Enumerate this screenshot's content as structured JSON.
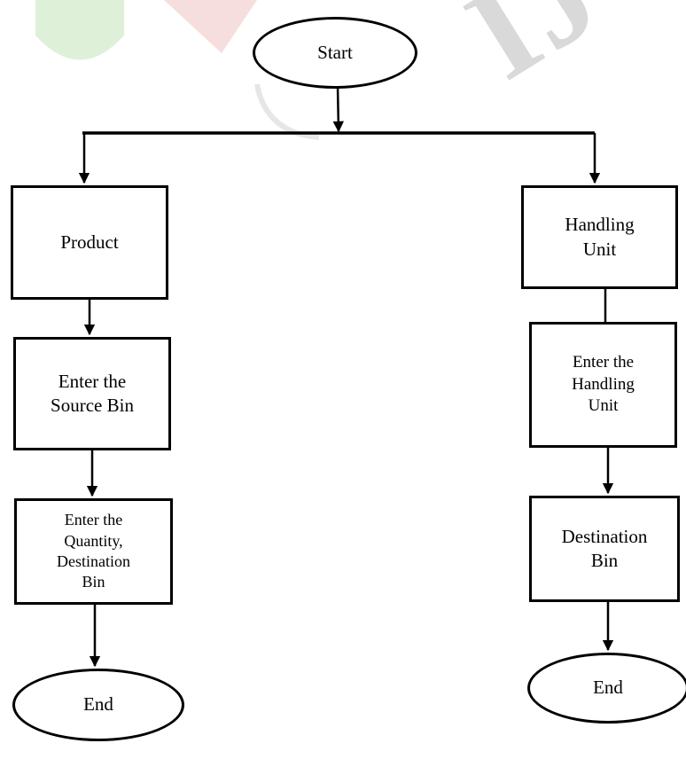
{
  "watermark": {
    "text": "IJCR"
  },
  "nodes": {
    "start": "Start",
    "product": "Product",
    "handling_unit": "Handling\nUnit",
    "enter_source_bin": "Enter the\nSource Bin",
    "enter_handling_unit": "Enter the\nHandling\nUnit",
    "enter_quantity_dest": "Enter the\nQuantity,\nDestination\nBin",
    "destination_bin": "Destination\nBin",
    "end_left": "End",
    "end_right": "End"
  },
  "colors": {
    "stroke": "#000000",
    "background": "#ffffff",
    "watermark": "#d9d9d9"
  }
}
